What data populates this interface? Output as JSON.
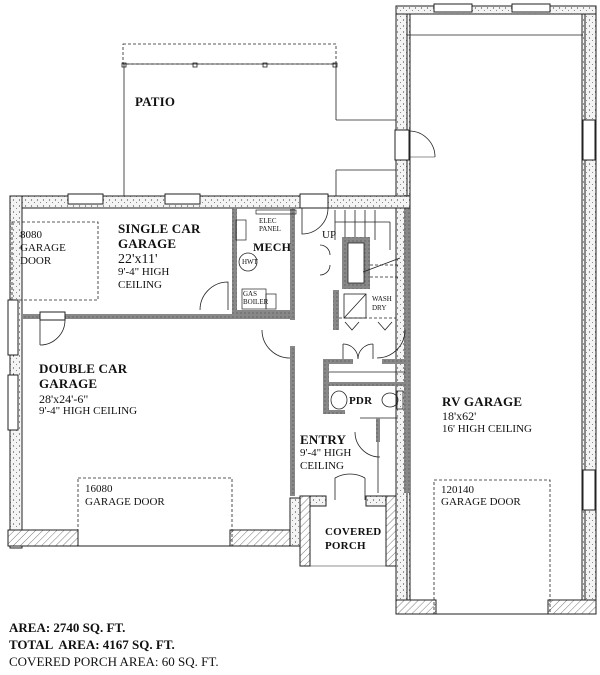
{
  "plan": {
    "patio": {
      "label": "PATIO"
    },
    "single_car_garage": {
      "title_line1": "SINGLE CAR",
      "title_line2": "GARAGE",
      "dimensions": "22'x11'",
      "ceiling_line1": "9'-4\" HIGH",
      "ceiling_line2": "CEILING",
      "door_code": "8080",
      "door_line1": "GARAGE",
      "door_line2": "DOOR"
    },
    "mech": {
      "title": "MECH",
      "elec_line1": "ELEC",
      "elec_line2": "PANEL",
      "hwt": "HWT",
      "boiler_line1": "GAS",
      "boiler_line2": "BOILER"
    },
    "stairs": {
      "label": "UP"
    },
    "laundry": {
      "line1": "WASH",
      "line2": "DRY"
    },
    "double_car_garage": {
      "title_line1": "DOUBLE CAR",
      "title_line2": "GARAGE",
      "dimensions": "28'x24'-6\"",
      "ceiling": "9'-4\" HIGH CEILING",
      "door_code": "16080",
      "door_label": "GARAGE DOOR"
    },
    "pdr": {
      "label": "PDR"
    },
    "entry": {
      "title": "ENTRY",
      "ceiling_line1": "9'-4\" HIGH",
      "ceiling_line2": "CEILING"
    },
    "covered_porch": {
      "line1": "COVERED",
      "line2": "PORCH"
    },
    "rv_garage": {
      "title": "RV GARAGE",
      "dimensions": "18'x62'",
      "ceiling": "16' HIGH CEILING",
      "door_code": "120140",
      "door_label": "GARAGE DOOR"
    }
  },
  "areas": {
    "area": "AREA: 2740 SQ. FT.",
    "total_area": "TOTAL  AREA: 4167 SQ. FT.",
    "porch_area": "COVERED PORCH AREA: 60 SQ. FT."
  },
  "colors": {
    "line": "#222222",
    "wall_fill": "#f2f2f2",
    "hatch": "#555555"
  }
}
